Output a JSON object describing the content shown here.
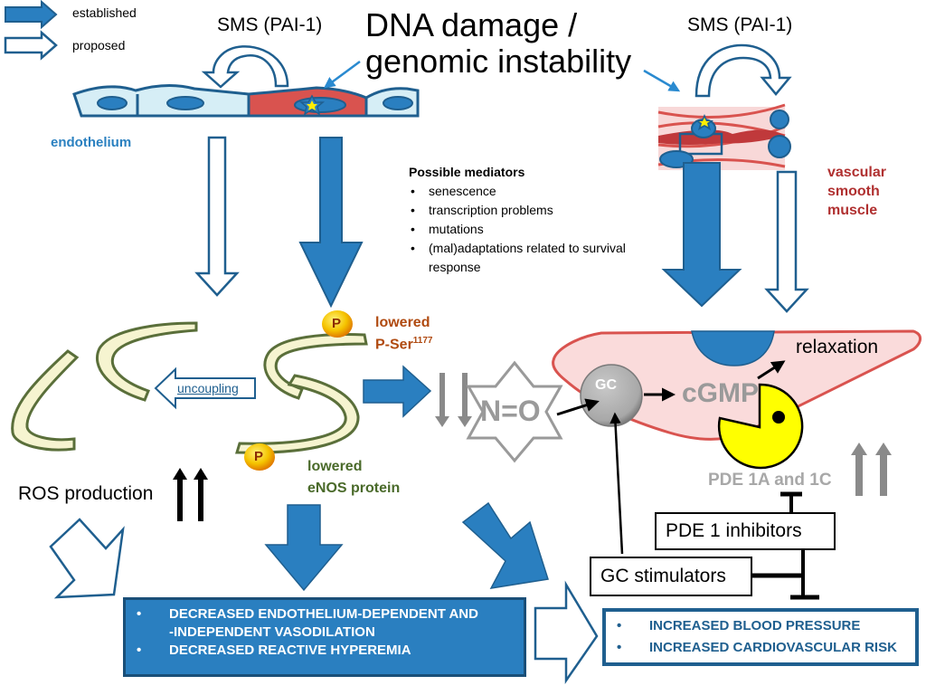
{
  "legend": {
    "items": [
      {
        "label": "established",
        "style": "filled"
      },
      {
        "label": "proposed",
        "style": "outline"
      }
    ]
  },
  "title": {
    "line1": "DNA damage /",
    "line2": "genomic instability"
  },
  "sms_left": "SMS (PAI-1)",
  "sms_right": "SMS (PAI-1)",
  "tissues": {
    "endothelium": "endothelium",
    "vsmc": [
      "vascular",
      "smooth",
      "muscle"
    ]
  },
  "mediators": {
    "heading": "Possible mediators",
    "items": [
      "senescence",
      "transcription problems",
      "mutations",
      "(mal)adaptations related to survival"
    ],
    "continuation": "response"
  },
  "enos": {
    "pser_line1": "lowered",
    "pser_line2": "P-Ser",
    "pser_sup": "1177",
    "protein_line1": "lowered",
    "protein_line2": "eNOS protein",
    "phospho_label": "P",
    "uncoupling": "uncoupling"
  },
  "ros": "ROS production",
  "no_label": "N=O",
  "gc_label": "GC",
  "cgmp_label": "cGMP",
  "relaxation": "relaxation",
  "pde_label": "PDE 1A and 1C",
  "boxes": {
    "pde_inhibitors": "PDE 1 inhibitors",
    "gc_stimulators": "GC stimulators"
  },
  "outcomes": {
    "left": {
      "bullet": "•",
      "items": [
        [
          "DECREASED ENDOTHELIUM-DEPENDENT AND",
          "-INDEPENDENT VASODILATION"
        ],
        [
          "DECREASED REACTIVE HYPEREMIA"
        ]
      ]
    },
    "right": {
      "bullet": "•",
      "items": [
        "INCREASED BLOOD PRESSURE",
        "INCREASED CARDIOVASCULAR RISK"
      ]
    }
  },
  "colors": {
    "arrow_blue": "#2a7fc0",
    "arrow_outline": "#1f5f8f",
    "endothelium_cell": "#d6eef6",
    "damaged_cell": "#d9534f",
    "vsmc_light": "#f8d8d8",
    "vsmc_dark": "#c0393b",
    "enos_green": "#7a8f55",
    "enos_cream": "#f6f4d0",
    "gray": "#8a8a8a",
    "pacman": "#ffff00"
  }
}
